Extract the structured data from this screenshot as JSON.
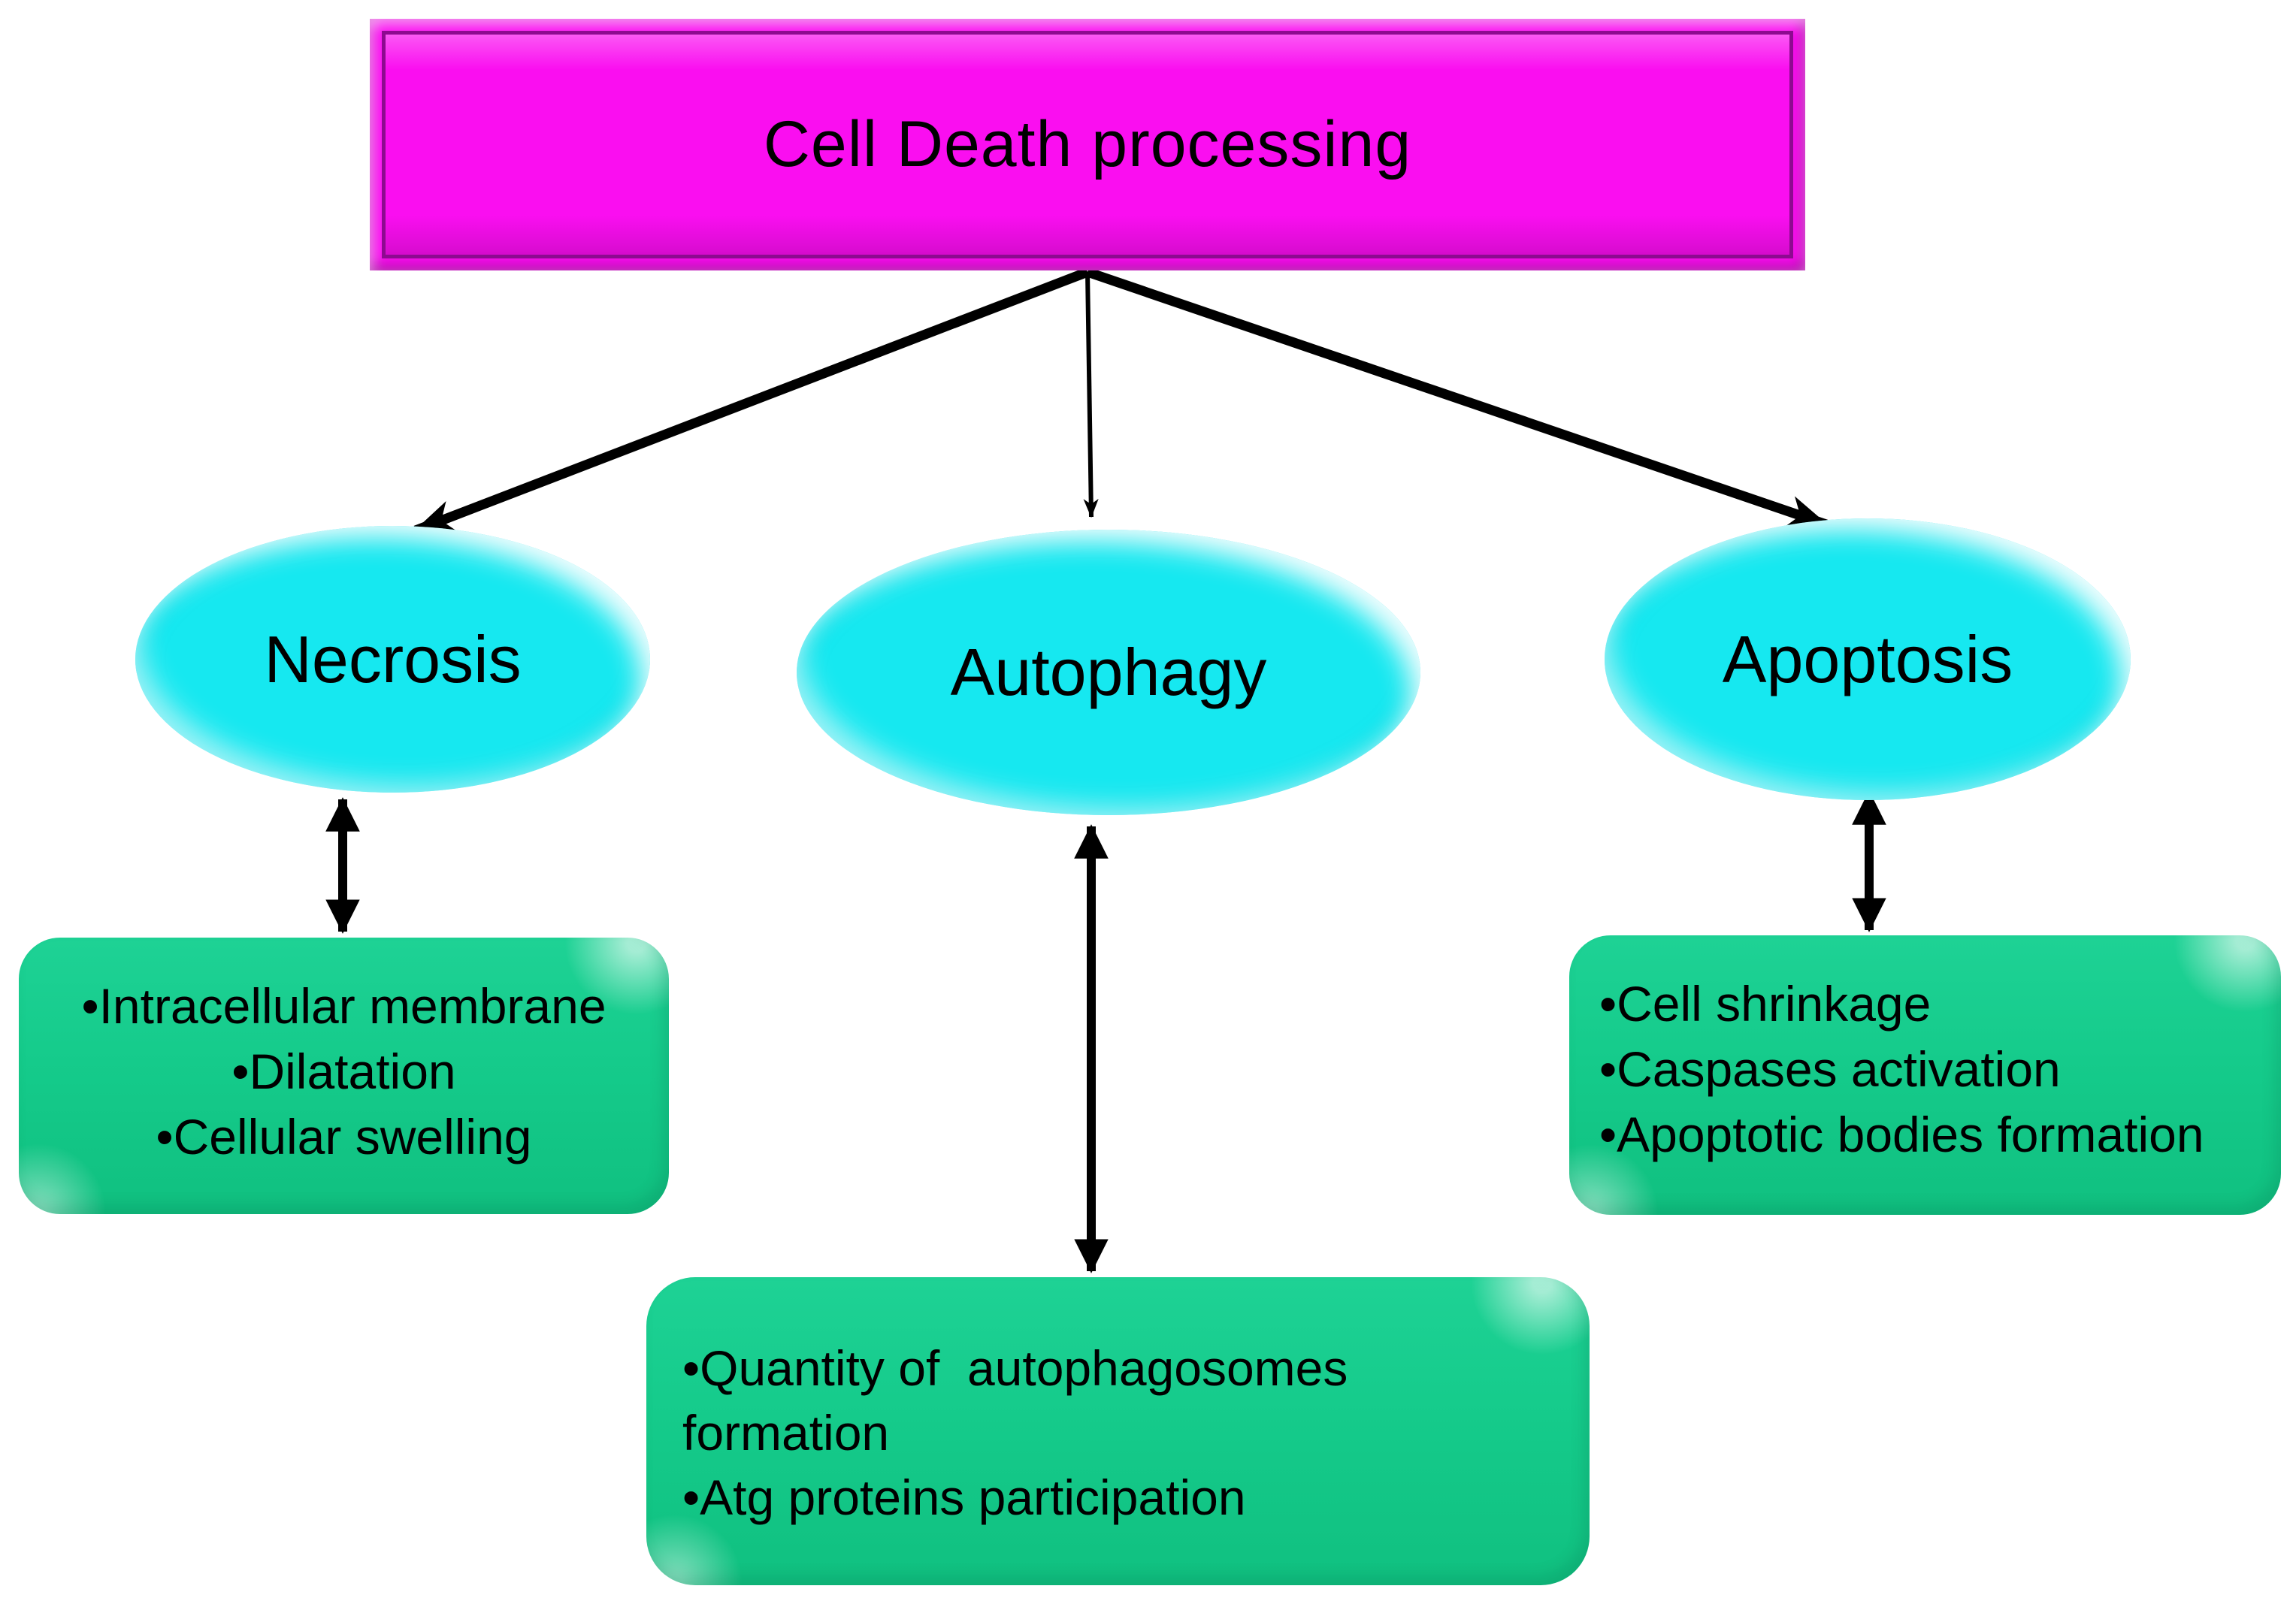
{
  "colors": {
    "background": "#ffffff",
    "title_fill": "#fa0ef0",
    "title_border": "#8d0a90",
    "node_fill": "#16e8f0",
    "box_fill": "#15cb8b",
    "arrow": "#000000",
    "text": "#000000"
  },
  "title": "Cell Death processing",
  "branches": [
    {
      "id": "necrosis",
      "label": "Necrosis",
      "details": [
        "•Intracellular membrane",
        "•Dilatation",
        "•Cellular swelling"
      ]
    },
    {
      "id": "autophagy",
      "label": "Autophagy",
      "details": [
        "•Quantity of  autophagosomes formation",
        "•Atg proteins participation"
      ]
    },
    {
      "id": "apoptosis",
      "label": "Apoptosis",
      "details": [
        "•Cell shrinkage",
        "•Caspases activation",
        "•Apoptotic bodies formation"
      ]
    }
  ]
}
